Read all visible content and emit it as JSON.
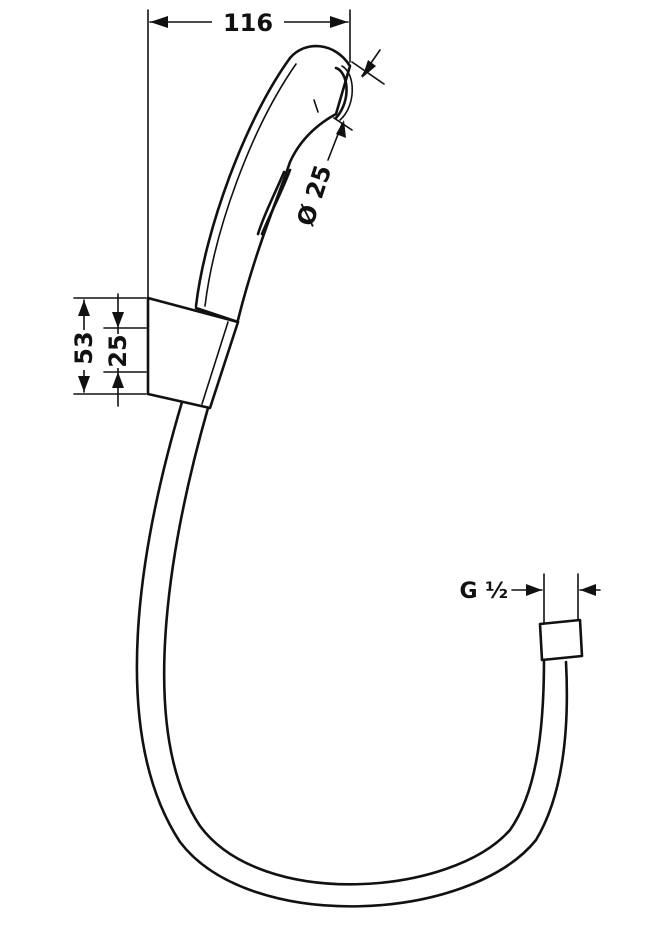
{
  "dimensions": {
    "width_116": "116",
    "nozzle_diameter": "Ø 25",
    "holder_height_53": "53",
    "holder_height_25": "25",
    "thread": "G ½"
  },
  "colors": {
    "line": "#111111",
    "background": "#ffffff"
  }
}
